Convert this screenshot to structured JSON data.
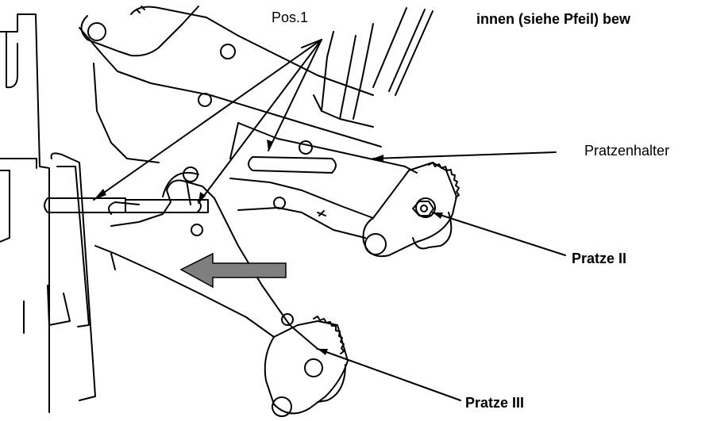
{
  "labels": {
    "top_right_heading": "innen (siehe Pfeil) bew",
    "pos1": "Pos.1",
    "pratzenhalter": "Pratzenhalter",
    "pratze_ii": "Pratze II",
    "pratze_iii": "Pratze III"
  },
  "colors": {
    "line": "#000000",
    "arrow_fill": "#7f7f7f"
  }
}
